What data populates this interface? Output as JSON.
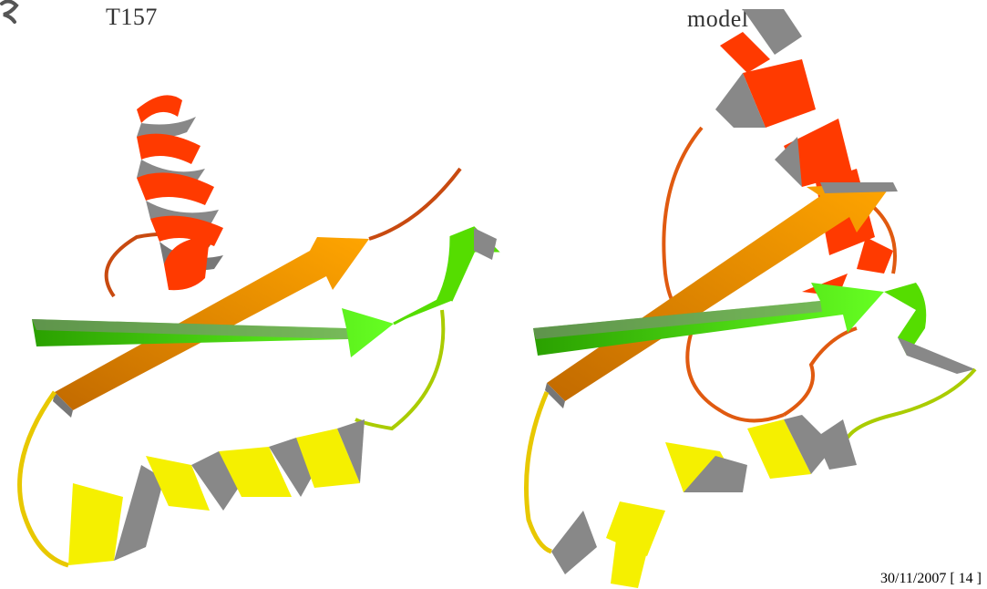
{
  "labels": {
    "left": "T157",
    "right": "model"
  },
  "footer": {
    "date": "30/11/2007",
    "page": "[ 14 ]"
  },
  "colors": {
    "helix_red": "#ff3a00",
    "strand_orange": "#ff9a00",
    "strand_green": "#44ee00",
    "helix_yellow": "#f5f000",
    "coil_yellow": "#e8c800",
    "coil_orange": "#e05a10",
    "backside_gray": "#8a8a8a"
  }
}
